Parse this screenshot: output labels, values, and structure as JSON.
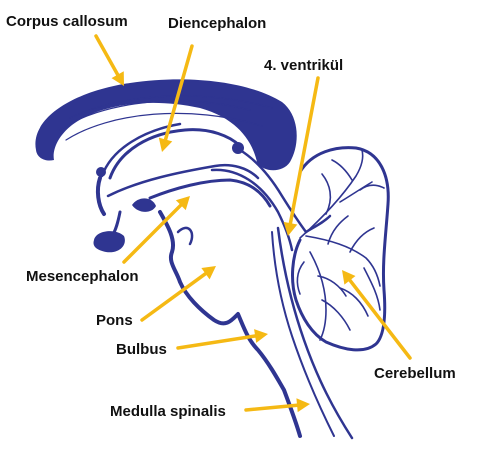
{
  "colors": {
    "drawing": "#2f3591",
    "arrow": "#f5b914",
    "label": "#111111",
    "background": "#ffffff"
  },
  "labels": {
    "corpus_callosum": "Corpus callosum",
    "diencephalon": "Diencephalon",
    "ventricle": "4. ventrikül",
    "mesencephalon": "Mesencephalon",
    "pons": "Pons",
    "bulbus": "Bulbus",
    "cerebellum": "Cerebellum",
    "medulla_spinalis": "Medulla spinalis"
  }
}
